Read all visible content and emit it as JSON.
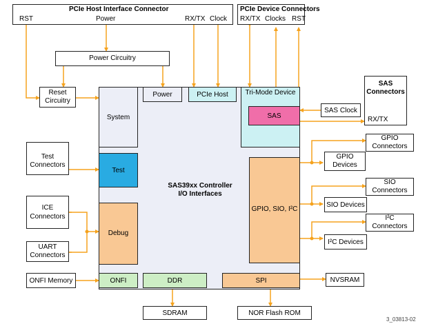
{
  "diagram": {
    "connectors_top": {
      "pcie_host": {
        "title": "PCIe Host Interface Connector",
        "pins": {
          "rst": "RST",
          "power": "Power",
          "rxtx": "RX/TX",
          "clock": "Clock"
        }
      },
      "pcie_device": {
        "title": "PCIe Device Connectors",
        "pins": {
          "rxtx": "RX/TX",
          "clocks": "Clocks",
          "rst": "RST"
        }
      }
    },
    "power_circuitry": "Power Circuitry",
    "reset_circuitry": [
      "Reset",
      "Circuitry"
    ],
    "controller": {
      "title": [
        "SAS39xx Controller",
        "I/O Interfaces"
      ],
      "blocks": {
        "system": "System",
        "power": "Power",
        "pcie_host": "PCIe Host",
        "trimode": "Tri-Mode Device",
        "sas": "SAS",
        "test": "Test",
        "debug": "Debug",
        "gpio_sio_i2c": "GPIO, SIO, I²C",
        "onfi": "ONFI",
        "ddr": "DDR",
        "spi": "SPI"
      }
    },
    "left_devices": {
      "test_connectors": [
        "Test",
        "Connectors"
      ],
      "ice_connectors": [
        "ICE",
        "Connectors"
      ],
      "uart_connectors": [
        "UART",
        "Connectors"
      ],
      "onfi_memory": "ONFI Memory"
    },
    "right_devices": {
      "sas_connectors": {
        "title": [
          "SAS",
          "Connectors"
        ],
        "pin": "RX/TX"
      },
      "sas_clock": "SAS Clock",
      "gpio_connectors": [
        "GPIO",
        "Connectors"
      ],
      "gpio_devices": [
        "GPIO",
        "Devices"
      ],
      "sio_connectors": [
        "SIO",
        "Connectors"
      ],
      "sio_devices": "SIO Devices",
      "i2c_connectors": [
        "I²C",
        "Connectors"
      ],
      "i2c_devices": "I²C Devices",
      "nvsram": "NVSRAM"
    },
    "bottom_devices": {
      "sdram": "SDRAM",
      "nor_flash": "NOR Flash ROM"
    },
    "figure_id": "3_03813-02"
  },
  "colors": {
    "arrow": "#f5a21d",
    "controller_bg": "#eceef7",
    "test_block": "#29abe2",
    "debug_block": "#f9c894",
    "gpio_block": "#f9c894",
    "spi_block": "#f9c894",
    "sas_block": "#f06ea9",
    "trimode_block": "#ccf1f3",
    "pcie_host_block": "#ccf1f3",
    "onfi_block": "#cdeec5",
    "ddr_block": "#cdeec5"
  }
}
